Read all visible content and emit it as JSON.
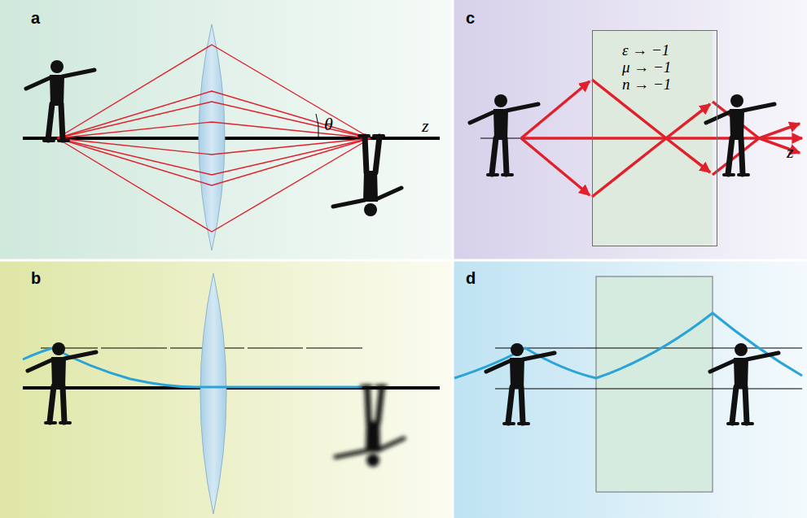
{
  "diagram": {
    "nodes": [
      {
        "text": [
          "ε → −1",
          "μ → −1",
          "n → −1"
        ]
      }
    ],
    "labels": [
      "a",
      "θ",
      "z",
      "b",
      "c",
      "z",
      "d"
    ]
  }
}
